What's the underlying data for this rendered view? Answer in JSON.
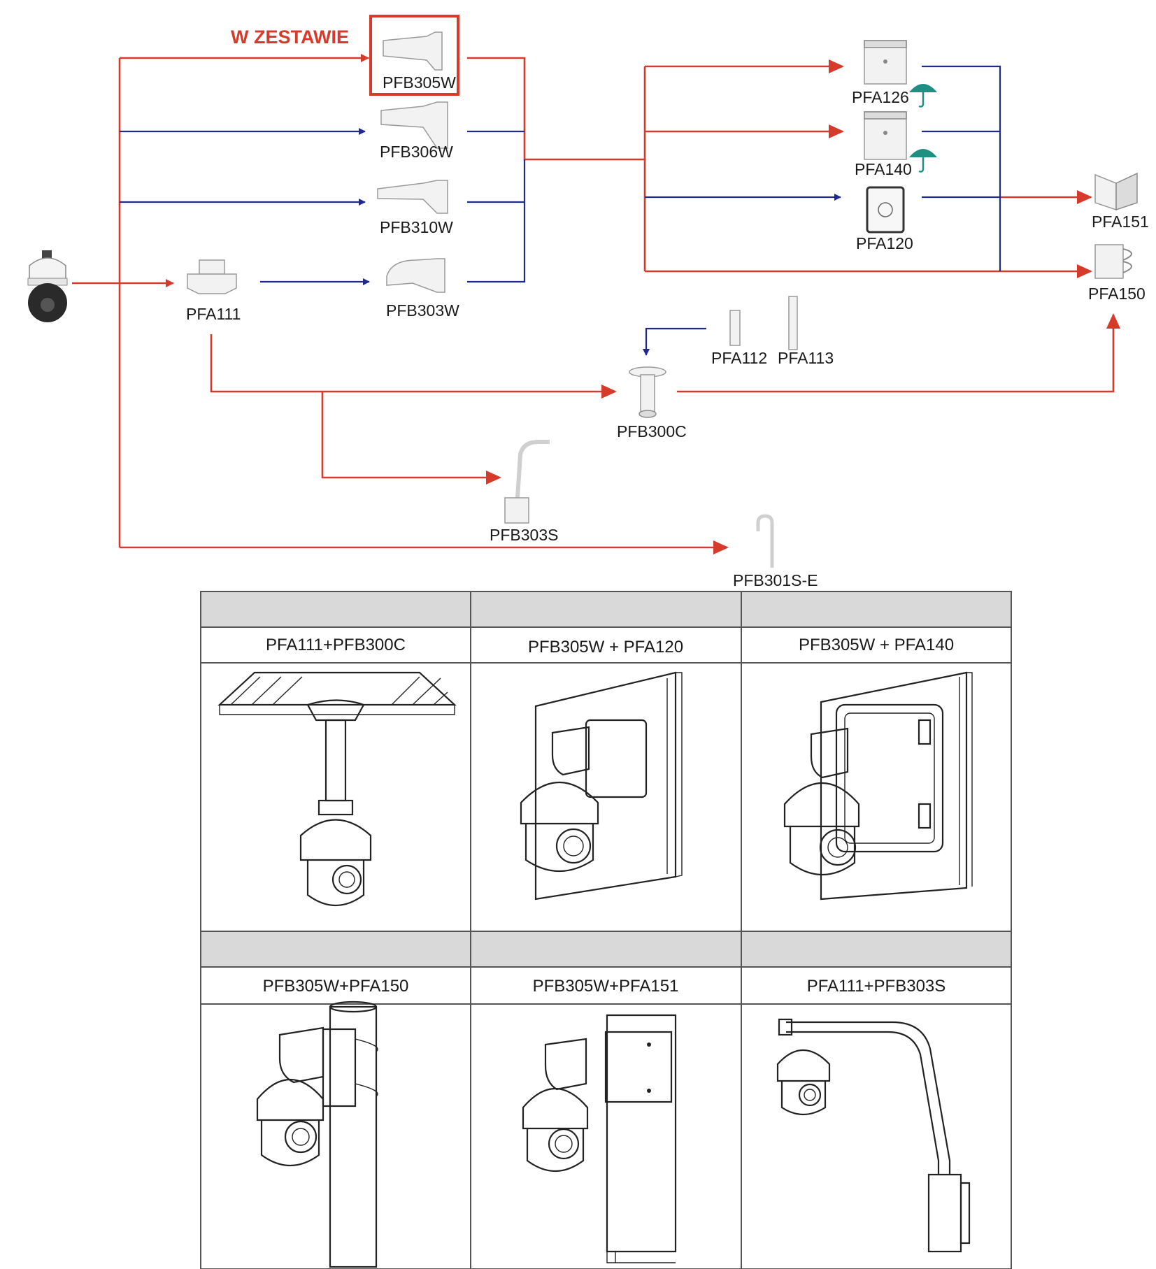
{
  "kit_label": "W ZESTAWIE",
  "colors": {
    "red_route": "#d63a2a",
    "blue_route": "#1f2a8c",
    "umbrella": "#1f8f83",
    "table_header_bg": "#d9d9d9",
    "table_border": "#555555"
  },
  "icons": {
    "camera": "ptz-camera-icon",
    "umbrella": "umbrella-icon"
  },
  "parts": {
    "pfb305w": "PFB305W",
    "pfb306w": "PFB306W",
    "pfb310w": "PFB310W",
    "pfb303w": "PFB303W",
    "pfa111": "PFA111",
    "pfa126": "PFA126",
    "pfa140": "PFA140",
    "pfa120": "PFA120",
    "pfa151": "PFA151",
    "pfa150": "PFA150",
    "pfa112": "PFA112",
    "pfa113": "PFA113",
    "pfb300c": "PFB300C",
    "pfb303s": "PFB303S",
    "pfb301s_e": "PFB301S-E"
  },
  "table": {
    "row1": [
      "PFA111+PFB300C",
      "PFB305W + PFA120",
      "PFB305W + PFA140"
    ],
    "row2": [
      "PFB305W+PFA150",
      "PFB305W+PFA151",
      "PFA111+PFB303S"
    ]
  }
}
